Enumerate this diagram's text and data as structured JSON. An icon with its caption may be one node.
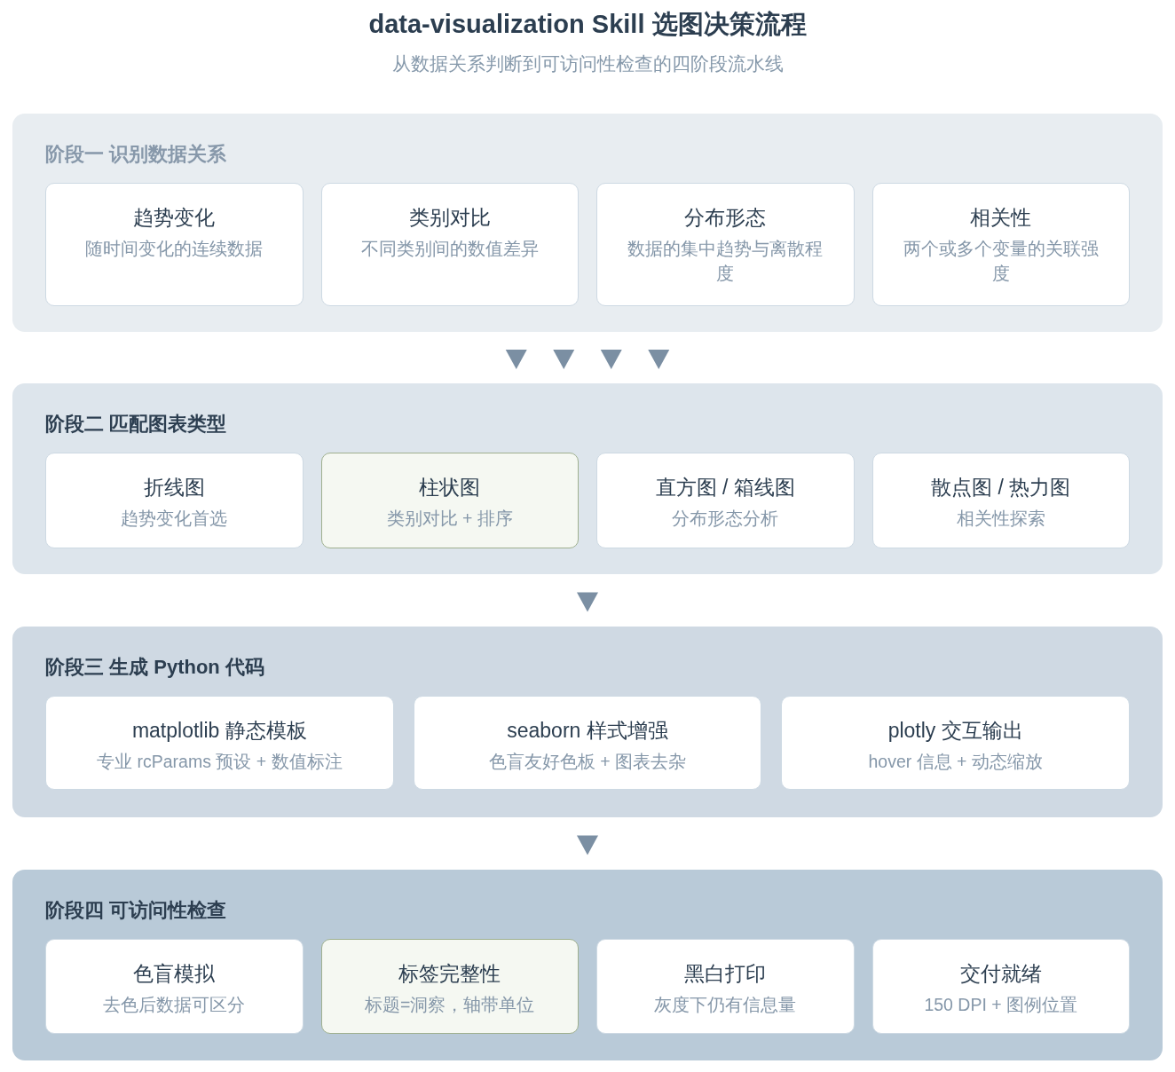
{
  "diagram": {
    "title": "data-visualization Skill 选图决策流程",
    "caption": "从数据关系判断到可访问性检查的四阶段流水线",
    "nodes": [
      {
        "text": [
          "阶段一 识别数据关系"
        ]
      },
      {
        "text": [
          "趋势变化",
          "随时间变化的连续数据"
        ],
        "in": 0
      },
      {
        "text": [
          "类别对比",
          "不同类别间的数值差异"
        ],
        "in": 0
      },
      {
        "text": [
          "分布形态",
          "数据的集中趋势与离散程度"
        ],
        "in": 0
      },
      {
        "text": [
          "相关性",
          "两个或多个变量的关联强度"
        ],
        "in": 0
      },
      {
        "text": [
          "阶段二 匹配图表类型"
        ]
      },
      {
        "text": [
          "折线图",
          "趋势变化首选"
        ],
        "in": 5
      },
      {
        "text": [
          "柱状图",
          "类别对比 + 排序"
        ],
        "in": 5
      },
      {
        "text": [
          "直方图 / 箱线图",
          "分布形态分析"
        ],
        "in": 5
      },
      {
        "text": [
          "散点图 / 热力图",
          "相关性探索"
        ],
        "in": 5
      },
      {
        "text": [
          "阶段三 生成 Python 代码"
        ]
      },
      {
        "text": [
          "matplotlib 静态模板",
          "专业 rcParams 预设 + 数值标注"
        ],
        "in": 10
      },
      {
        "text": [
          "seaborn 样式增强",
          "色盲友好色板 + 图表去杂"
        ],
        "in": 10
      },
      {
        "text": [
          "plotly 交互输出",
          "hover 信息 + 动态缩放"
        ],
        "in": 10
      },
      {
        "text": [
          "阶段四 可访问性检查"
        ]
      },
      {
        "text": [
          "色盲模拟",
          "去色后数据可区分"
        ],
        "in": 14
      },
      {
        "text": [
          "标签完整性",
          "标题=洞察，轴带单位"
        ],
        "in": 14
      },
      {
        "text": [
          "黑白打印",
          "灰度下仍有信息量"
        ],
        "in": 14
      },
      {
        "text": [
          "交付就绪",
          "150 DPI + 图例位置"
        ],
        "in": 14
      }
    ],
    "edges": [
      {
        "from": 0,
        "to": 5,
        "arrow": "to"
      },
      {
        "from": 0,
        "to": 5,
        "arrow": "to"
      },
      {
        "from": 0,
        "to": 5,
        "arrow": "to"
      },
      {
        "from": 0,
        "to": 5,
        "arrow": "to"
      },
      {
        "from": 5,
        "to": 10,
        "arrow": "to"
      },
      {
        "from": 10,
        "to": 14,
        "arrow": "to"
      }
    ]
  }
}
